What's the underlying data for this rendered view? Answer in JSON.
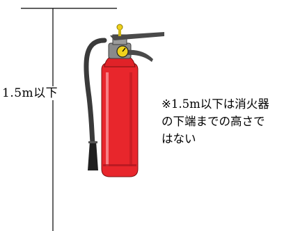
{
  "measurement": {
    "height_label": "1.5m以下"
  },
  "note": {
    "lines": [
      "※1.5m以下は消火器",
      "の下端までの高さで",
      "はない"
    ]
  },
  "extinguisher": {
    "body_color": "#e8262c",
    "hose_color": "#3a3a3a",
    "gauge_color": "#f0d11c"
  }
}
